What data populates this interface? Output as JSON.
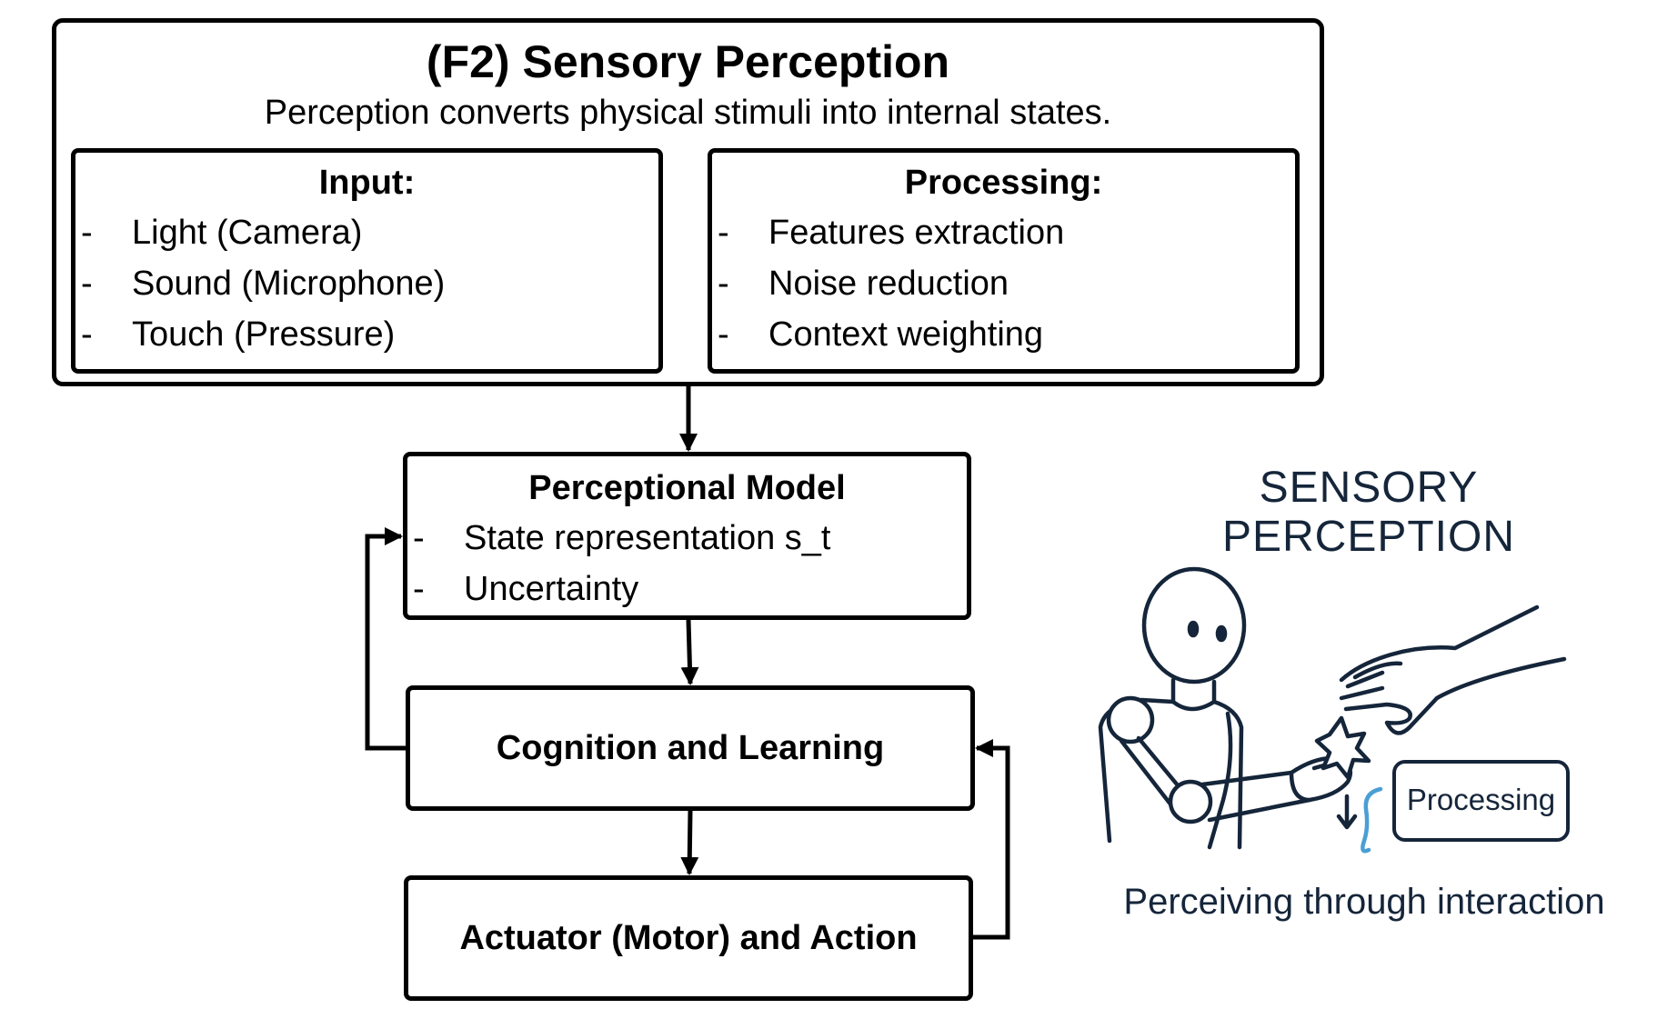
{
  "header": {
    "title": "(F2) Sensory Perception",
    "subtitle": "Perception converts physical stimuli into internal states."
  },
  "input": {
    "title": "Input:",
    "items": [
      "Light (Camera)",
      "Sound (Microphone)",
      "Touch (Pressure)"
    ]
  },
  "processing": {
    "title": "Processing:",
    "items": [
      "Features extraction",
      "Noise reduction",
      "Context weighting"
    ]
  },
  "perceptional_model": {
    "title": "Perceptional Model",
    "items": [
      "State representation s_t",
      "Uncertainty"
    ]
  },
  "cognition": {
    "title": "Cognition and Learning"
  },
  "actuator": {
    "title": "Actuator (Motor) and Action"
  },
  "bullet": "-",
  "flow": {
    "edges": [
      {
        "from": "sensory-perception",
        "to": "perceptional-model"
      },
      {
        "from": "perceptional-model",
        "to": "cognition-and-learning"
      },
      {
        "from": "cognition-and-learning",
        "to": "actuator-and-action"
      },
      {
        "from": "cognition-and-learning",
        "to": "perceptional-model",
        "type": "feedback"
      },
      {
        "from": "actuator-and-action",
        "to": "cognition-and-learning",
        "type": "feedback"
      }
    ]
  },
  "illustration": {
    "title_line1": "SENSORY",
    "title_line2": "PERCEPTION",
    "processing_label": "Processing",
    "caption": "Perceiving through interaction",
    "colors": {
      "ink": "#15253a",
      "accent": "#4a9fd4"
    }
  }
}
